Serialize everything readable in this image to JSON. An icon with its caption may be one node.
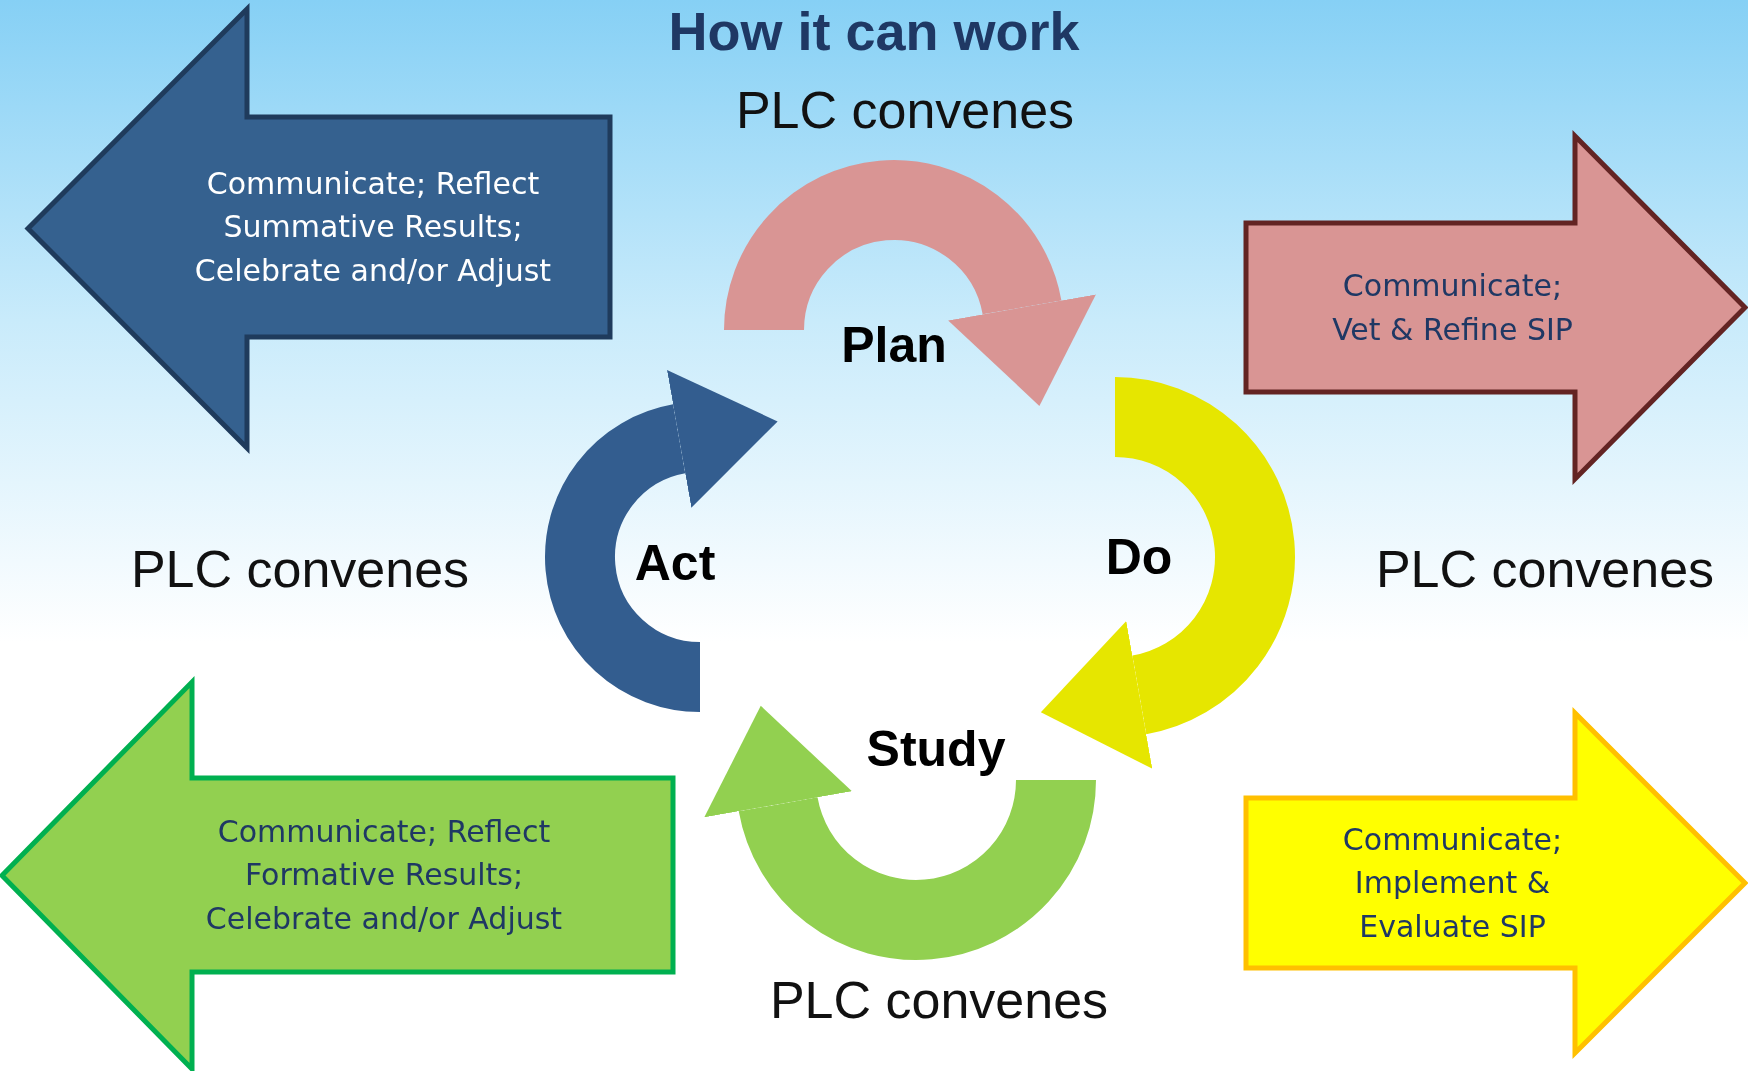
{
  "diagram": {
    "title": "How it can work",
    "nodes": [
      {
        "text": [
          "Plan"
        ]
      },
      {
        "text": [
          "Act"
        ]
      },
      {
        "text": [
          "Do"
        ]
      },
      {
        "text": [
          "Study"
        ]
      },
      {
        "text": [
          "Communicate; Reflect Summative Results; Celebrate and/or Adjust"
        ]
      },
      {
        "text": [
          "Communicate; Vet & Refine SIP"
        ]
      },
      {
        "text": [
          "Communicate; Reflect Formative Results; Celebrate and/or Adjust"
        ]
      },
      {
        "text": [
          "Communicate; Implement & Evaluate SIP"
        ]
      }
    ],
    "labels": [
      "PLC convenes",
      "PLC convenes",
      "PLC convenes",
      "PLC convenes"
    ]
  }
}
